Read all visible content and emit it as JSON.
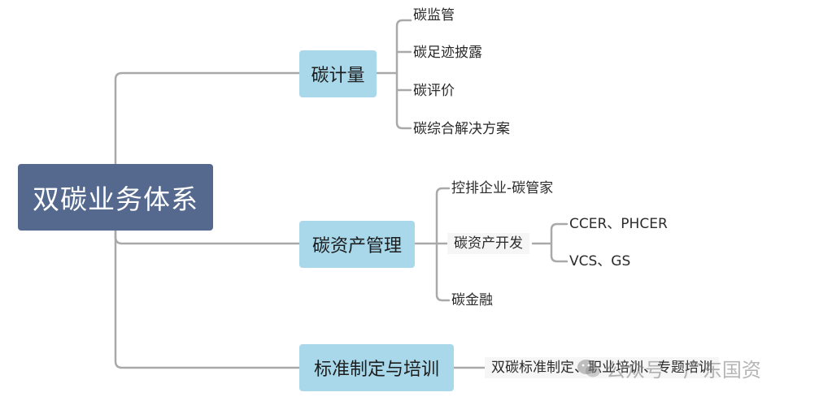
{
  "root": {
    "label": "双碳业务体系"
  },
  "branches": [
    {
      "label": "碳计量",
      "children": [
        "碳监管",
        "碳足迹披露",
        "碳评价",
        "碳综合解决方案"
      ]
    },
    {
      "label": "碳资产管理",
      "children": [
        {
          "label": "控排企业-碳管家"
        },
        {
          "label": "碳资产开发",
          "children": [
            "CCER、PHCER",
            "VCS、GS"
          ]
        },
        {
          "label": "碳金融"
        }
      ]
    },
    {
      "label": "标准制定与培训",
      "children": [
        "双碳标准制定、职业培训、专题培训"
      ]
    }
  ],
  "watermark": {
    "text": "公众号 · 广东国资",
    "icon": "wechat-icon"
  },
  "colors": {
    "root": "#55698f",
    "branch": "#a8d8ea",
    "line": "#a9a9a9"
  }
}
